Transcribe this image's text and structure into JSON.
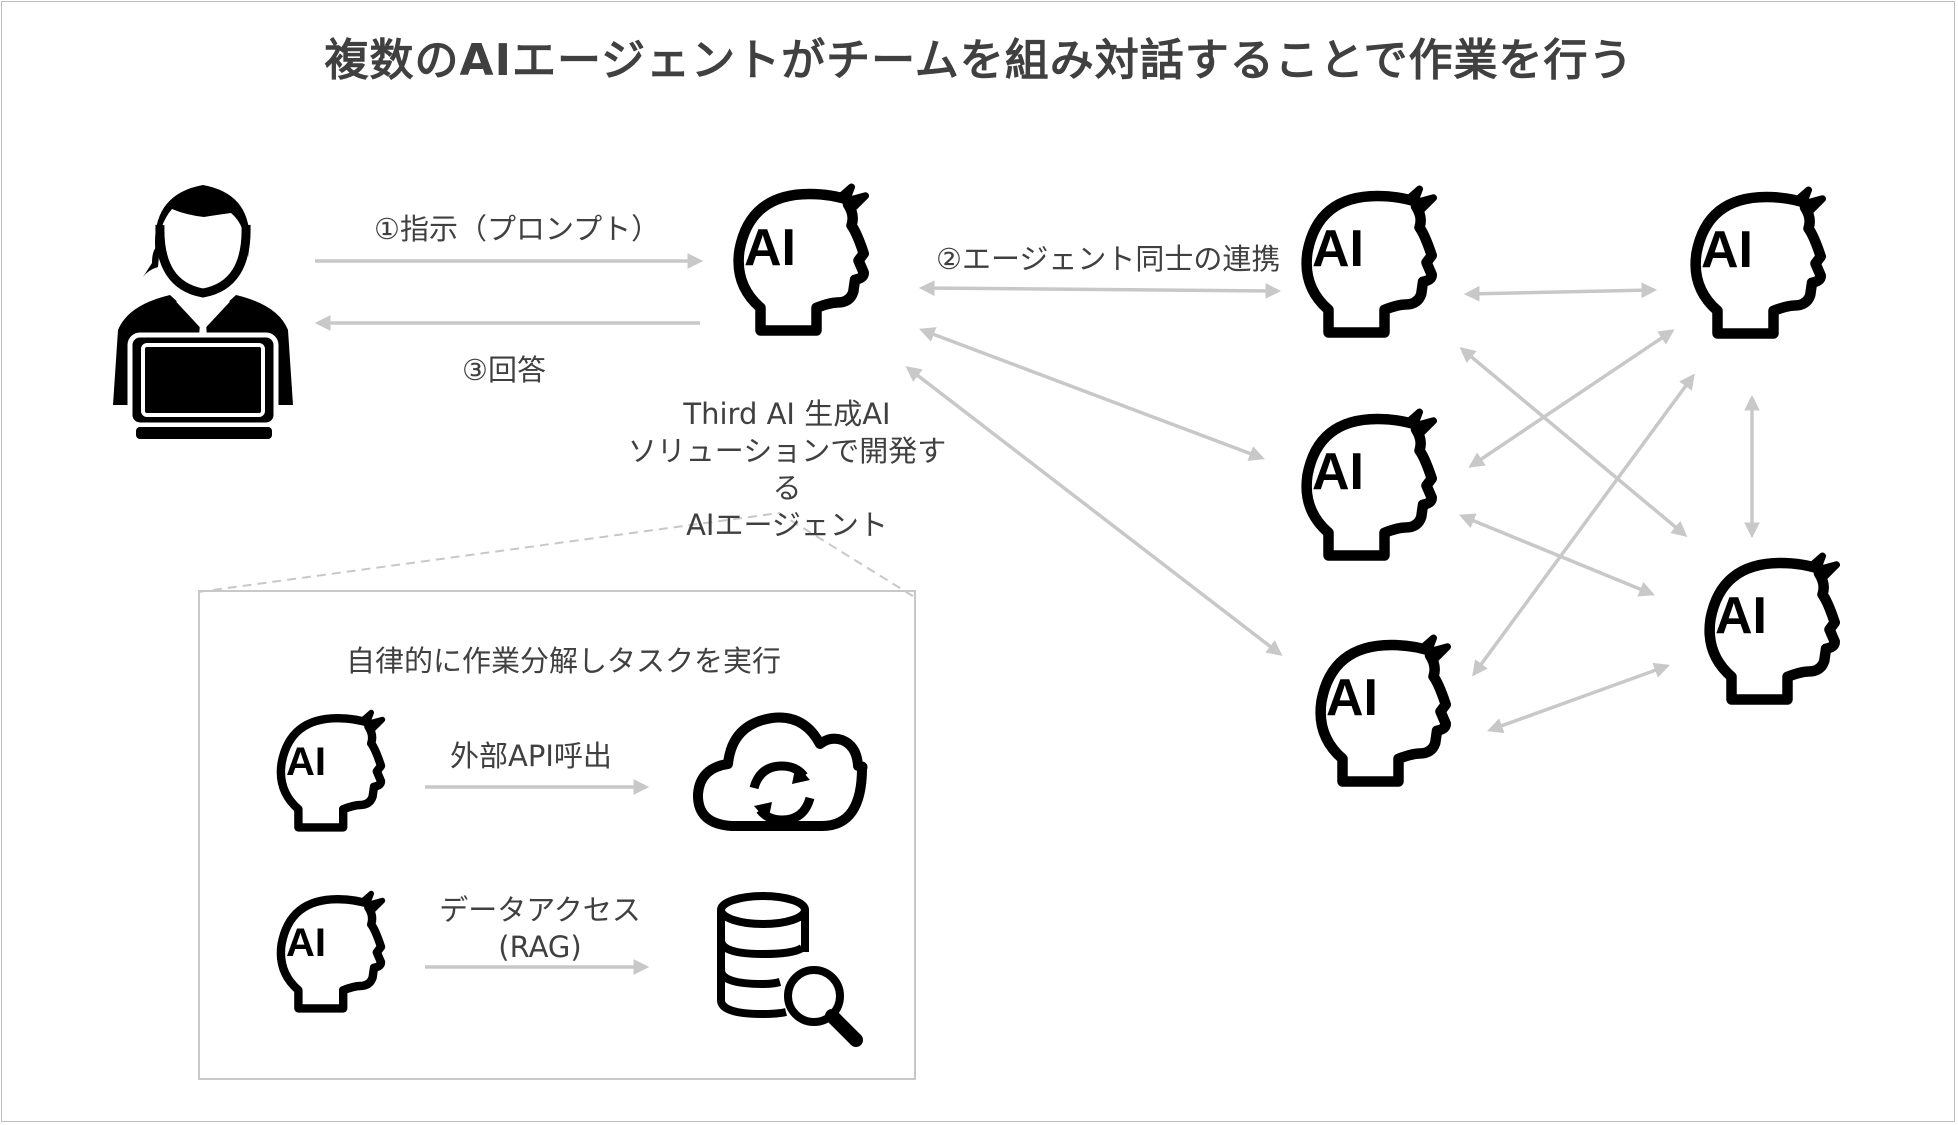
{
  "title": "複数のAIエージェントがチームを組み対話することで作業を行う",
  "colors": {
    "arrow": "#c8c8c8",
    "icon": "#000000",
    "text": "#404040",
    "border": "#bdbdbd"
  },
  "icons": {
    "user": "person-with-laptop-icon",
    "agent": "ai-head-icon",
    "cloud": "cloud-sync-icon",
    "database": "database-search-icon"
  },
  "agent_text": "AI",
  "steps": {
    "instruction": "①指示（プロンプト）",
    "collaboration": "②エージェント同士の連携",
    "answer": "③回答"
  },
  "main_agent_description": [
    "Third AI 生成AI",
    "ソリューションで開発する",
    "AIエージェント"
  ],
  "detail": {
    "heading": "自律的に作業分解しタスクを実行",
    "api_label": "外部API呼出",
    "data_label_line1": "データアクセス",
    "data_label_line2": "(RAG)"
  }
}
